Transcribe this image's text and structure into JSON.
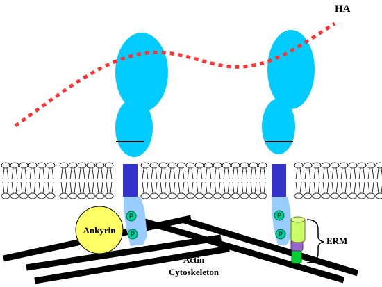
{
  "labels": {
    "ha": "HA",
    "ankyrin": "Ankyrin",
    "erm": "ERM",
    "actin_line1": "Actin",
    "actin_line2": "Cytoskeleton",
    "phospho": "P"
  },
  "colors": {
    "receptor_head": "#00ccff",
    "transmembrane": "#3333cc",
    "cytoplasmic_tail": "#99ccff",
    "phospho_site": "#00cc99",
    "ankyrin": "#ffff66",
    "hyaluronan": "#ff3333",
    "erm_top": "#ccff66",
    "erm_mid": "#9966cc",
    "erm_bottom": "#00cc33",
    "actin": "#000000"
  }
}
